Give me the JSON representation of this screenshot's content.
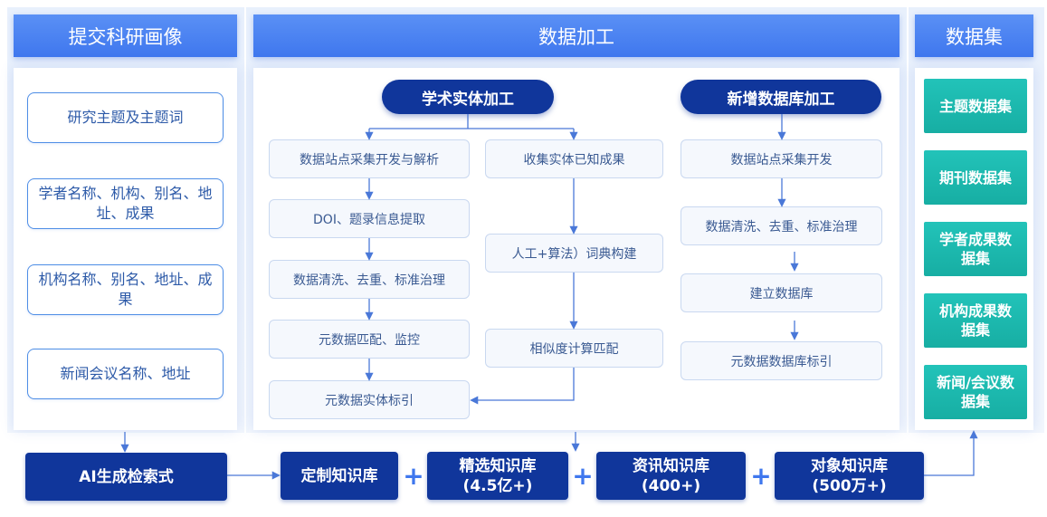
{
  "headers": {
    "left": "提交科研画像",
    "middle": "数据加工",
    "right": "数据集"
  },
  "left_items": [
    "研究主题及主题词",
    "学者名称、机构、别名、地址、成果",
    "机构名称、别名、地址、成果",
    "新闻会议名称、地址"
  ],
  "academic": {
    "title": "学术实体加工",
    "col1": [
      "数据站点采集开发与解析",
      "DOI、题录信息提取",
      "数据清洗、去重、标准治理",
      "元数据匹配、监控",
      "元数据实体标引"
    ],
    "col2": [
      "收集实体已知成果",
      "人工+算法）词典构建",
      "相似度计算匹配"
    ]
  },
  "newdb": {
    "title": "新增数据库加工",
    "steps": [
      "数据站点采集开发",
      "数据清洗、去重、标准治理",
      "建立数据库",
      "元数据数据库标引"
    ]
  },
  "datasets": [
    "主题数据集",
    "期刊数据集",
    "学者成果数据集",
    "机构成果数据集",
    "新闻/会议数据集"
  ],
  "bottom": {
    "ai": "AI生成检索式",
    "custom": "定制知识库",
    "kb1": {
      "name": "精选知识库",
      "count": "(4.5亿+)"
    },
    "kb2": {
      "name": "资讯知识库",
      "count": "(400+)"
    },
    "kb3": {
      "name": "对象知识库",
      "count": "(500万+)"
    },
    "plus": "+"
  },
  "colors": {
    "accent": "#3f77ee",
    "navy": "#10369b",
    "teal": "#1db8ad"
  }
}
